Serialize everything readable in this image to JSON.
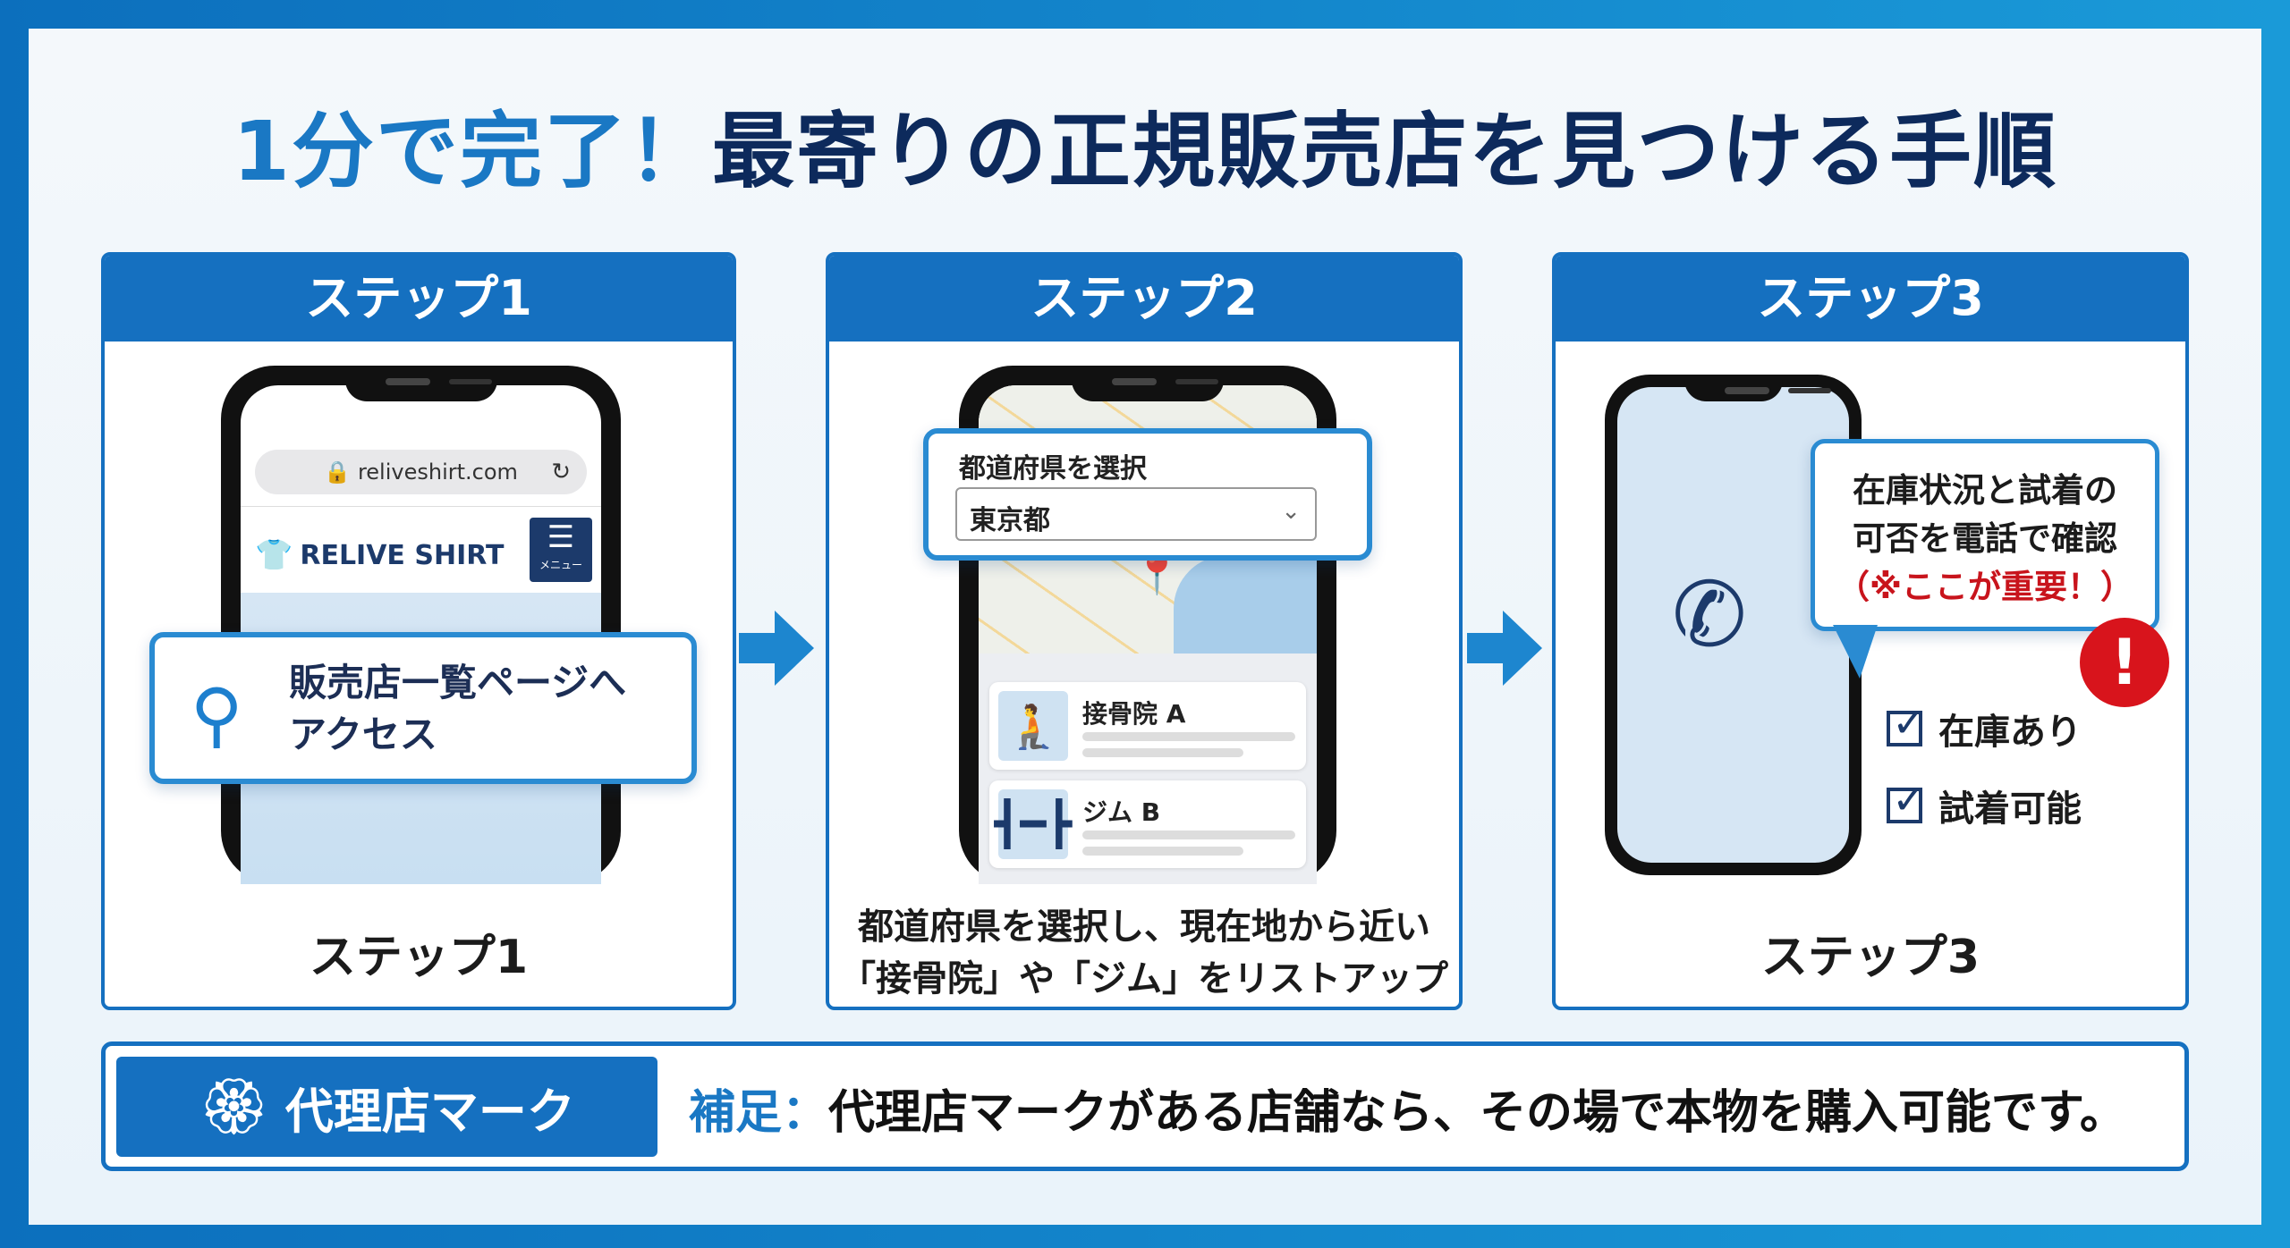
{
  "title": {
    "accent": "1分で完了！",
    "main": "最寄りの正規販売店を見つける手順"
  },
  "steps": [
    {
      "header": "ステップ1",
      "url": "reliveshirt.com",
      "brand": "RELIVE SHIRT",
      "menu_label": "メニュー",
      "callout_line1": "販売店一覧ページへ",
      "callout_line2": "アクセス",
      "caption": "ステップ1"
    },
    {
      "header": "ステップ2",
      "select_label": "都道府県を選択",
      "select_value": "東京都",
      "list": [
        {
          "name": "接骨院 A"
        },
        {
          "name": "ジム B"
        }
      ],
      "caption_line1": "都道府県を選択し、現在地から近い",
      "caption_line2": "「接骨院」や「ジム」をリストアップ"
    },
    {
      "header": "ステップ3",
      "bubble_line1": "在庫状況と試着の",
      "bubble_line2": "可否を電話で確認",
      "bubble_note": "（※ここが重要！）",
      "checks": [
        "在庫あり",
        "試着可能"
      ],
      "caption": "ステップ3"
    }
  ],
  "footer": {
    "badge": "代理店マーク",
    "note_label": "補足：",
    "note": "代理店マークがある店舗なら、その場で本物を購入可能です。"
  },
  "colors": {
    "primary": "#1570c0",
    "navy": "#0d2a5c",
    "alert": "#d8141c"
  }
}
